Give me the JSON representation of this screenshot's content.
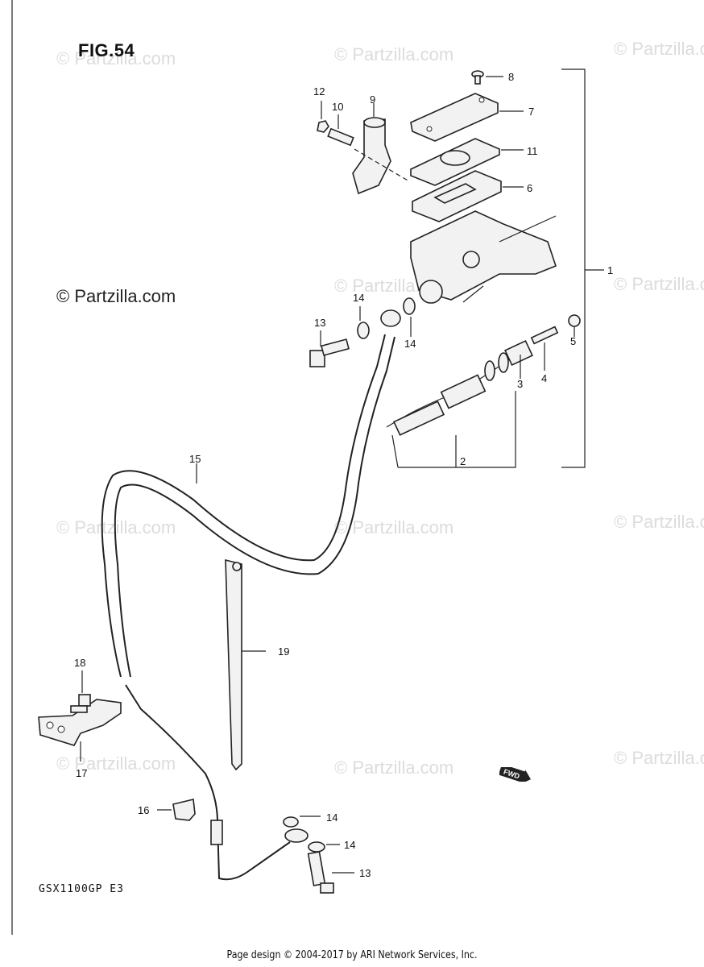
{
  "figure": {
    "title": "FIG.54",
    "copyright": "© Partzilla.com",
    "watermark": "© Partzilla.com",
    "model_code": "GSX1100GP E3",
    "direction_badge": "FWD"
  },
  "callouts": [
    "1",
    "2",
    "3",
    "4",
    "5",
    "6",
    "7",
    "8",
    "9",
    "10",
    "11",
    "12",
    "13",
    "14",
    "15",
    "16",
    "17",
    "18",
    "19"
  ],
  "footer": "Page design © 2004-2017 by ARI Network Services, Inc."
}
